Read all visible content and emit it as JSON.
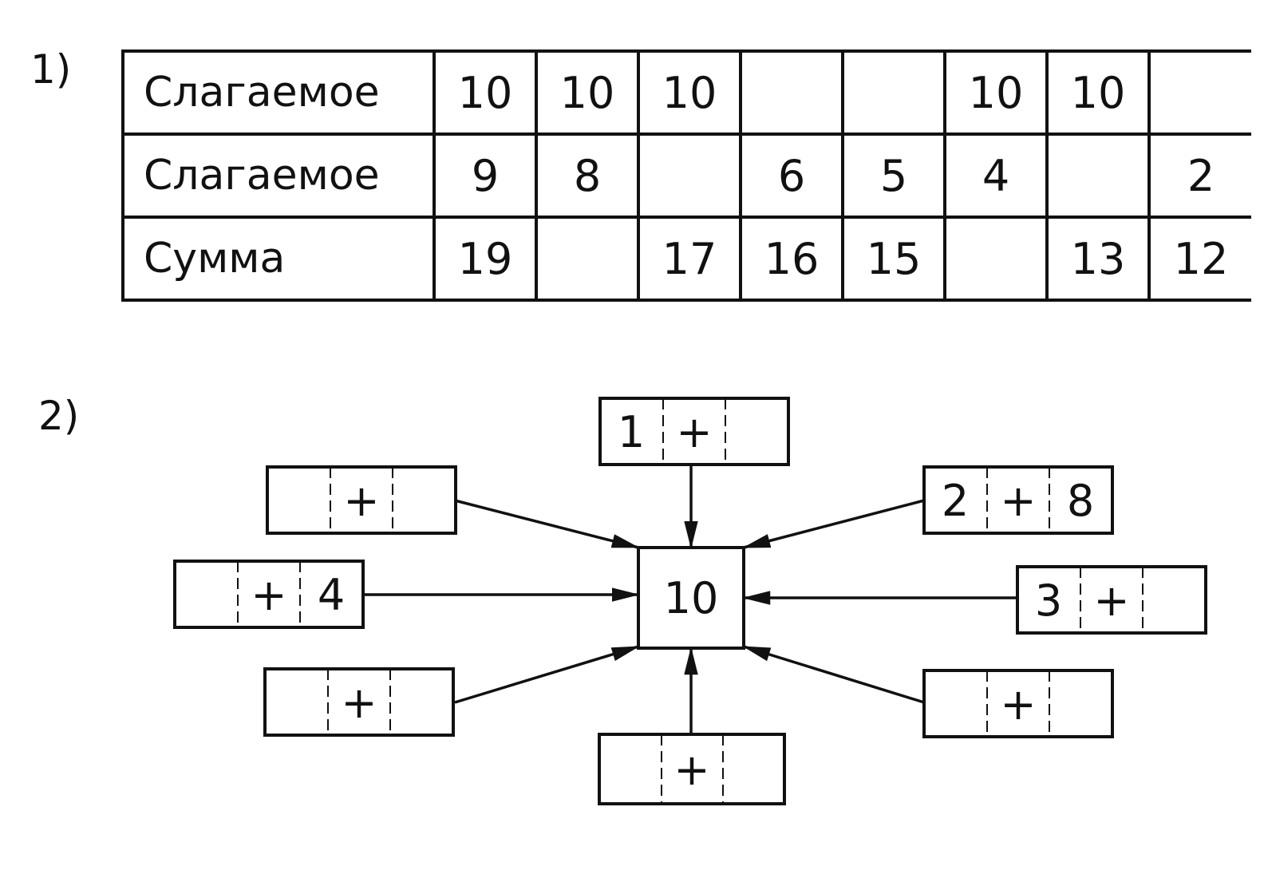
{
  "task1": {
    "label": "1)",
    "rows": [
      {
        "header": "Слагаемое",
        "cells": [
          "10",
          "10",
          "10",
          "",
          "",
          "10",
          "10",
          ""
        ]
      },
      {
        "header": "Слагаемое",
        "cells": [
          "9",
          "8",
          "",
          "6",
          "5",
          "4",
          "",
          "2"
        ]
      },
      {
        "header": "Сумма",
        "cells": [
          "19",
          "",
          "17",
          "16",
          "15",
          "",
          "13",
          "12"
        ]
      }
    ]
  },
  "task2": {
    "label": "2)",
    "center_value": "10",
    "plus_sign": "+",
    "boxes": [
      {
        "left": "1",
        "right": ""
      },
      {
        "left": "",
        "right": ""
      },
      {
        "left": "2",
        "right": "8"
      },
      {
        "left": "",
        "right": "4"
      },
      {
        "left": "3",
        "right": ""
      },
      {
        "left": "",
        "right": ""
      },
      {
        "left": "",
        "right": ""
      },
      {
        "left": "",
        "right": ""
      }
    ]
  }
}
